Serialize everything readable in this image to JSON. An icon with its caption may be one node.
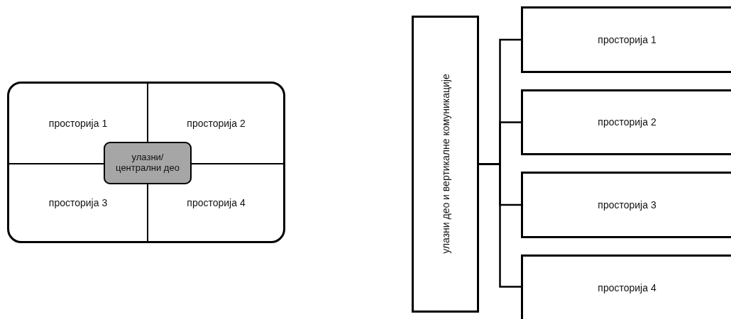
{
  "diagram": {
    "nodes": [
      {
        "text": [],
        "shape": "box"
      },
      {
        "text": [
          "просторија 1"
        ],
        "in": 0
      },
      {
        "text": [
          "просторија 2"
        ],
        "in": 0
      },
      {
        "text": [
          "просторија 3"
        ],
        "in": 0
      },
      {
        "text": [
          "просторија 4"
        ],
        "in": 0
      },
      {
        "text": [
          "улазни/ централни део"
        ],
        "in": 0
      },
      {
        "text": [
          "улазни део и вертикалне комуникације"
        ]
      },
      {
        "text": [
          "просторија 1"
        ]
      },
      {
        "text": [
          "просторија 2"
        ]
      },
      {
        "text": [
          "просторија 3"
        ]
      },
      {
        "text": [
          "просторија 4"
        ]
      }
    ],
    "edges": [
      {
        "from": 6,
        "to": 7,
        "arrow": "none"
      },
      {
        "from": 6,
        "to": 8,
        "arrow": "none"
      },
      {
        "from": 6,
        "to": 9,
        "arrow": "none"
      },
      {
        "from": 6,
        "to": 10,
        "arrow": "none"
      }
    ]
  }
}
